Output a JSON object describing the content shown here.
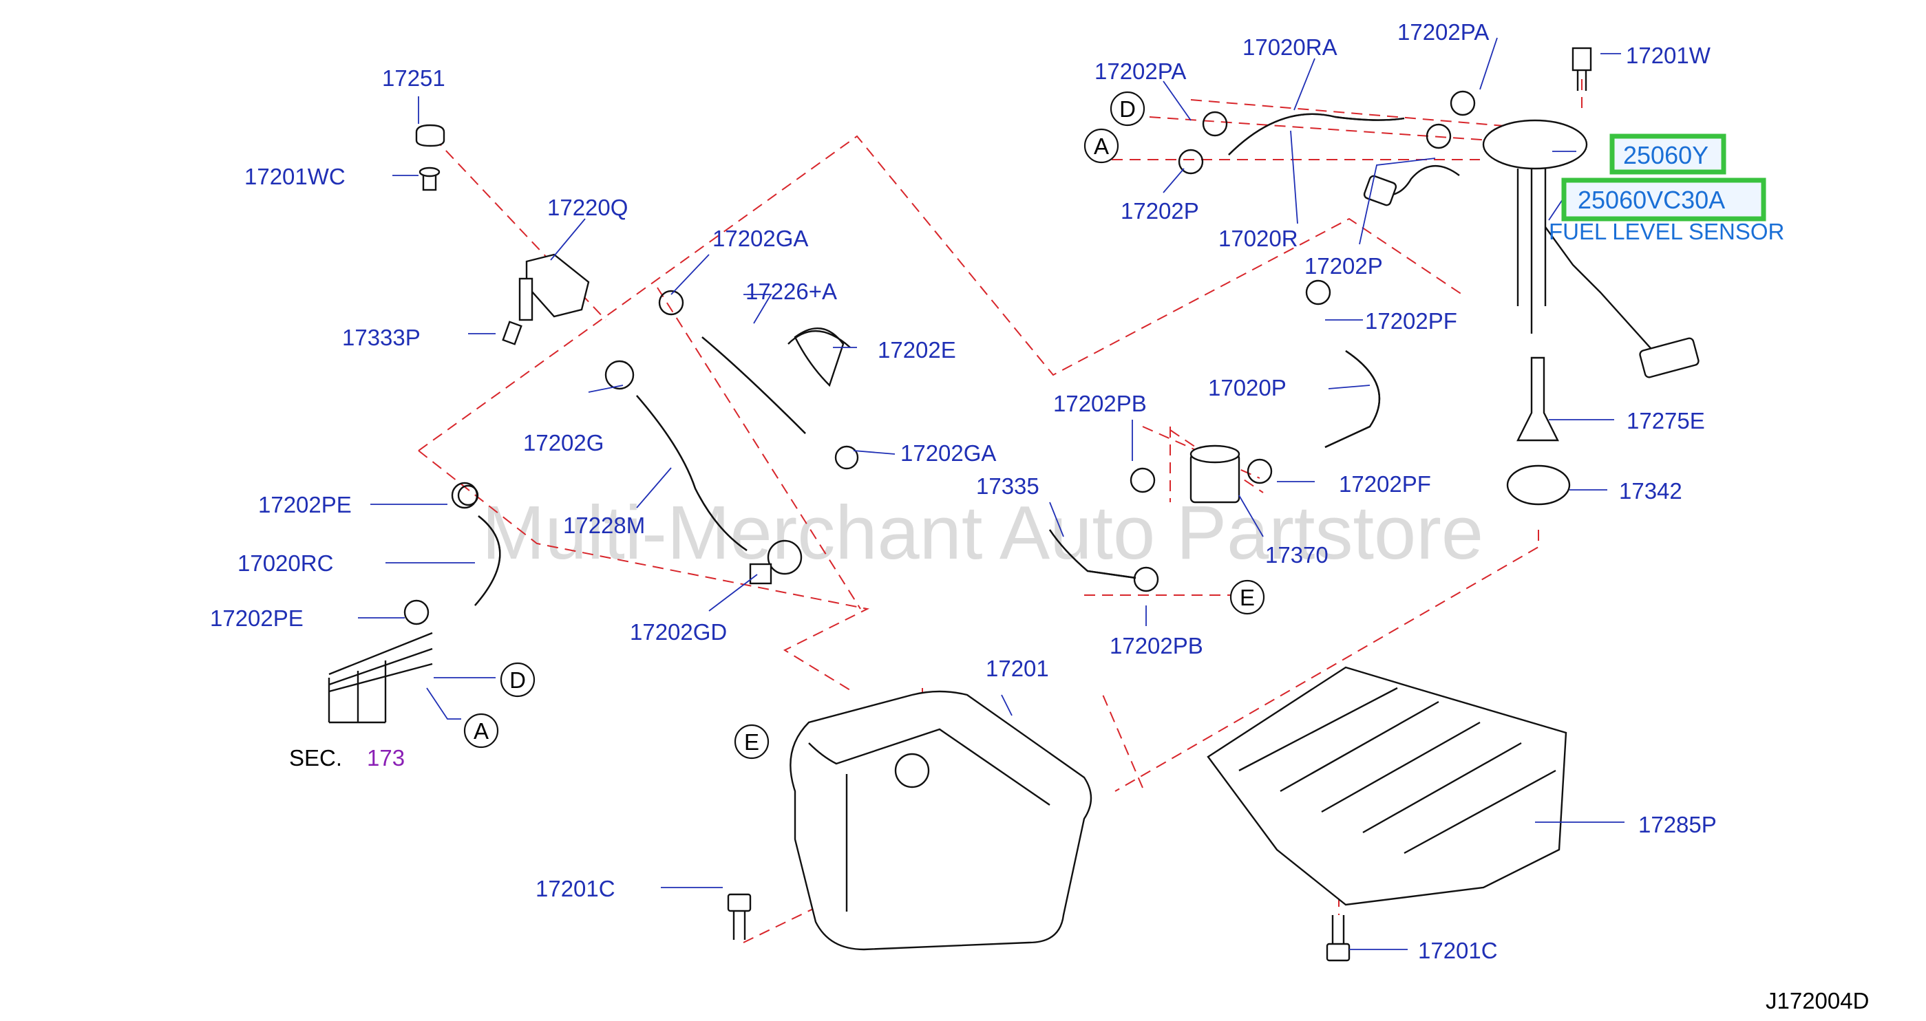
{
  "diagram": {
    "watermark": "Multi-Merchant Auto Partstore",
    "drawing_code": "J172004D",
    "highlighted_parts": [
      "25060Y",
      "25060VC30A"
    ],
    "sensor_caption": "FUEL LEVEL SENSOR",
    "section_ref": {
      "prefix": "SEC.",
      "number": "173"
    },
    "callouts": [
      "A",
      "D",
      "E"
    ],
    "part_labels": {
      "p17251": "17251",
      "p17201WC": "17201WC",
      "p17220Q": "17220Q",
      "p17333P": "17333P",
      "p17202GA_top": "17202GA",
      "p17226A": "17226+A",
      "p17202E": "17202E",
      "p17202G": "17202G",
      "p17202GA_mid": "17202GA",
      "p17228M": "17228M",
      "p17202GD": "17202GD",
      "p17202PE_top": "17202PE",
      "p17020RC": "17020RC",
      "p17202PE_bot": "17202PE",
      "p17202PA_left": "17202PA",
      "p17020RA": "17020RA",
      "p17202PA_right": "17202PA",
      "p17201W": "17201W",
      "p17202P_left": "17202P",
      "p17020R": "17020R",
      "p17202P_right": "17202P",
      "p17202PF_top": "17202PF",
      "p17020P": "17020P",
      "p17202PB_top": "17202PB",
      "p17335": "17335",
      "p17202PF_bot": "17202PF",
      "p17370": "17370",
      "p17202PB_bot": "17202PB",
      "p17275E": "17275E",
      "p17342": "17342",
      "p17201": "17201",
      "p17285P": "17285P",
      "p17201C_left": "17201C",
      "p17201C_right": "17201C"
    }
  }
}
